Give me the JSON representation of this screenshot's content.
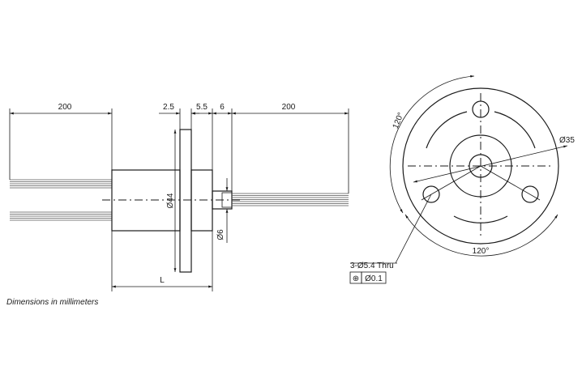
{
  "left_view": {
    "dim_left_wire": "200",
    "dim_flange": "2.5",
    "dim_body_right": "5.5",
    "dim_shaft": "6",
    "dim_right_wire": "200",
    "dim_flange_dia": "Ø44",
    "dim_shaft_dia": "Ø6",
    "dim_length": "L"
  },
  "right_view": {
    "angle_top_left": "120°",
    "angle_bottom": "120°",
    "dia_outer": "Ø35",
    "hole_callout": "3-Ø5.4 Thru",
    "tolerance_symbol": "⊕",
    "tolerance_value": "Ø0.1"
  },
  "note": "Dimensions in millimeters"
}
